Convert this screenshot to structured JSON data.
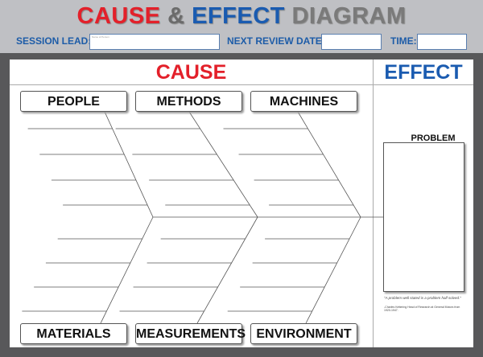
{
  "header": {
    "title_cause": "CAUSE",
    "title_amp": "&",
    "title_effect": "EFFECT",
    "title_diagram": "DIAGRAM",
    "session_lead_label": "SESSION LEAD:",
    "session_lead_placeholder": "Name of Person",
    "review_date_label": "NEXT REVIEW DATE:",
    "time_label": "TIME:"
  },
  "board": {
    "cause_heading": "CAUSE",
    "effect_heading": "EFFECT",
    "categories_top": [
      "PEOPLE",
      "METHODS",
      "MACHINES"
    ],
    "categories_bottom": [
      "MATERIALS",
      "MEASUREMENTS",
      "ENVIRONMENT"
    ],
    "problem_label": "PROBLEM",
    "quote": "\"A problem well stated is a problem half solved.\"",
    "attribution": "-Charles Kettering Head of Research at General Motors from 1920-1947."
  },
  "colors": {
    "red": "#e3202a",
    "blue": "#1a5bb0",
    "header_bg": "#bfc0c4",
    "frame": "#58585a"
  }
}
